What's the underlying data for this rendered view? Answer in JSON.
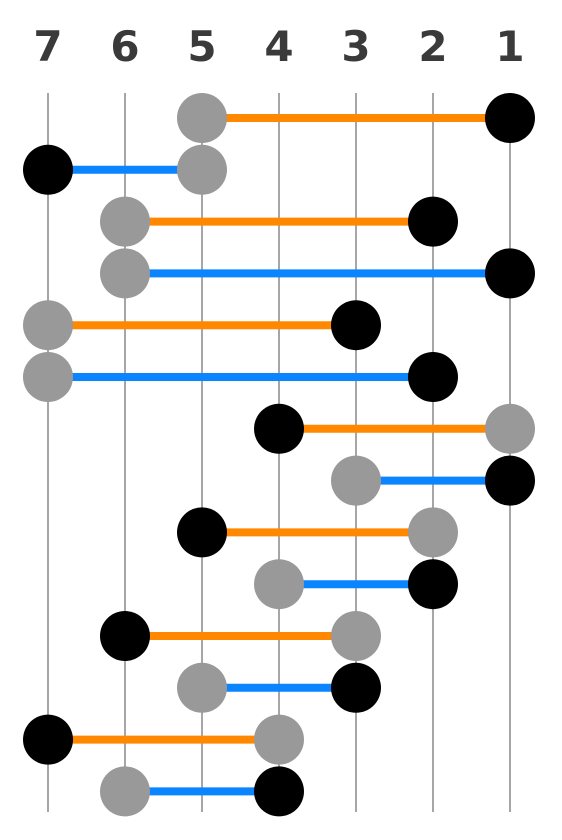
{
  "columns": [
    {
      "label": "7"
    },
    {
      "label": "6"
    },
    {
      "label": "5"
    },
    {
      "label": "4"
    },
    {
      "label": "3"
    },
    {
      "label": "2"
    },
    {
      "label": "1"
    }
  ],
  "colors": {
    "line": "#a6a6a6",
    "orange": "#ff8800",
    "blue": "#0a84ff",
    "black_node": "#000000",
    "gray_node": "#999999"
  },
  "connections": [
    {
      "row": 1,
      "from": {
        "col": "5",
        "node": "gray"
      },
      "to": {
        "col": "1",
        "node": "black"
      },
      "color": "orange"
    },
    {
      "row": 2,
      "from": {
        "col": "7",
        "node": "black"
      },
      "to": {
        "col": "5",
        "node": "gray"
      },
      "color": "blue"
    },
    {
      "row": 3,
      "from": {
        "col": "6",
        "node": "gray"
      },
      "to": {
        "col": "2",
        "node": "black"
      },
      "color": "orange"
    },
    {
      "row": 4,
      "from": {
        "col": "6",
        "node": "gray"
      },
      "to": {
        "col": "1",
        "node": "black"
      },
      "color": "blue"
    },
    {
      "row": 5,
      "from": {
        "col": "7",
        "node": "gray"
      },
      "to": {
        "col": "3",
        "node": "black"
      },
      "color": "orange"
    },
    {
      "row": 6,
      "from": {
        "col": "7",
        "node": "gray"
      },
      "to": {
        "col": "2",
        "node": "black"
      },
      "color": "blue"
    },
    {
      "row": 7,
      "from": {
        "col": "4",
        "node": "black"
      },
      "to": {
        "col": "1",
        "node": "gray"
      },
      "color": "orange"
    },
    {
      "row": 8,
      "from": {
        "col": "3",
        "node": "gray"
      },
      "to": {
        "col": "1",
        "node": "black"
      },
      "color": "blue"
    },
    {
      "row": 9,
      "from": {
        "col": "5",
        "node": "black"
      },
      "to": {
        "col": "2",
        "node": "gray"
      },
      "color": "orange"
    },
    {
      "row": 10,
      "from": {
        "col": "4",
        "node": "gray"
      },
      "to": {
        "col": "2",
        "node": "black"
      },
      "color": "blue"
    },
    {
      "row": 11,
      "from": {
        "col": "6",
        "node": "black"
      },
      "to": {
        "col": "3",
        "node": "gray"
      },
      "color": "orange"
    },
    {
      "row": 12,
      "from": {
        "col": "5",
        "node": "gray"
      },
      "to": {
        "col": "3",
        "node": "black"
      },
      "color": "blue"
    },
    {
      "row": 13,
      "from": {
        "col": "7",
        "node": "black"
      },
      "to": {
        "col": "4",
        "node": "gray"
      },
      "color": "orange"
    },
    {
      "row": 14,
      "from": {
        "col": "6",
        "node": "gray"
      },
      "to": {
        "col": "4",
        "node": "black"
      },
      "color": "blue"
    }
  ]
}
